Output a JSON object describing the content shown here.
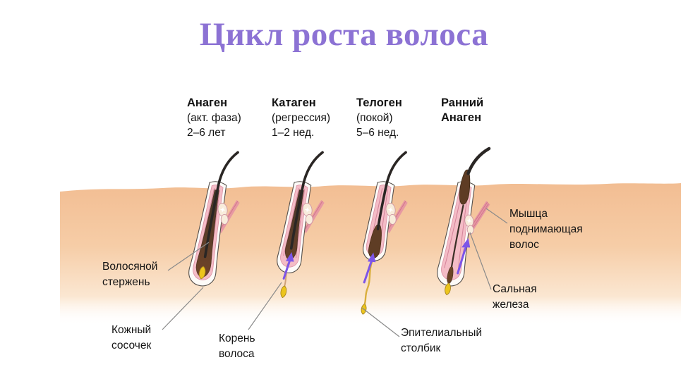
{
  "title": "Цикл роста волоса",
  "stages": [
    {
      "name": "Анаген",
      "detail1": "(акт. фаза)",
      "detail2": "2–6 лет"
    },
    {
      "name": "Катаген",
      "detail1": "(регрессия)",
      "detail2": "1–2 нед."
    },
    {
      "name": "Телоген",
      "detail1": "(покой)",
      "detail2": "5–6 нед."
    },
    {
      "name": "Ранний Анаген"
    }
  ],
  "labels": {
    "hair_shaft": "Волосяной стержень",
    "dermal_papilla": "Кожный сосочек",
    "hair_root": "Корень волоса",
    "epithelial_column": "Эпителиальный столбик",
    "arrector_muscle": "Мышца поднимающая волос",
    "sebaceous_gland": "Сальная железа"
  },
  "colors": {
    "title_purple": "#8c72d4",
    "skin_top": "#f4c49c",
    "skin_fade": "#fdf2e6",
    "follicle_inner_pink": "#f4bcc6",
    "root_brown": "#6b4426",
    "papilla_yellow": "#ecc51d",
    "arrow_purple": "#7d55e8",
    "hair_dark": "#2a2624"
  }
}
